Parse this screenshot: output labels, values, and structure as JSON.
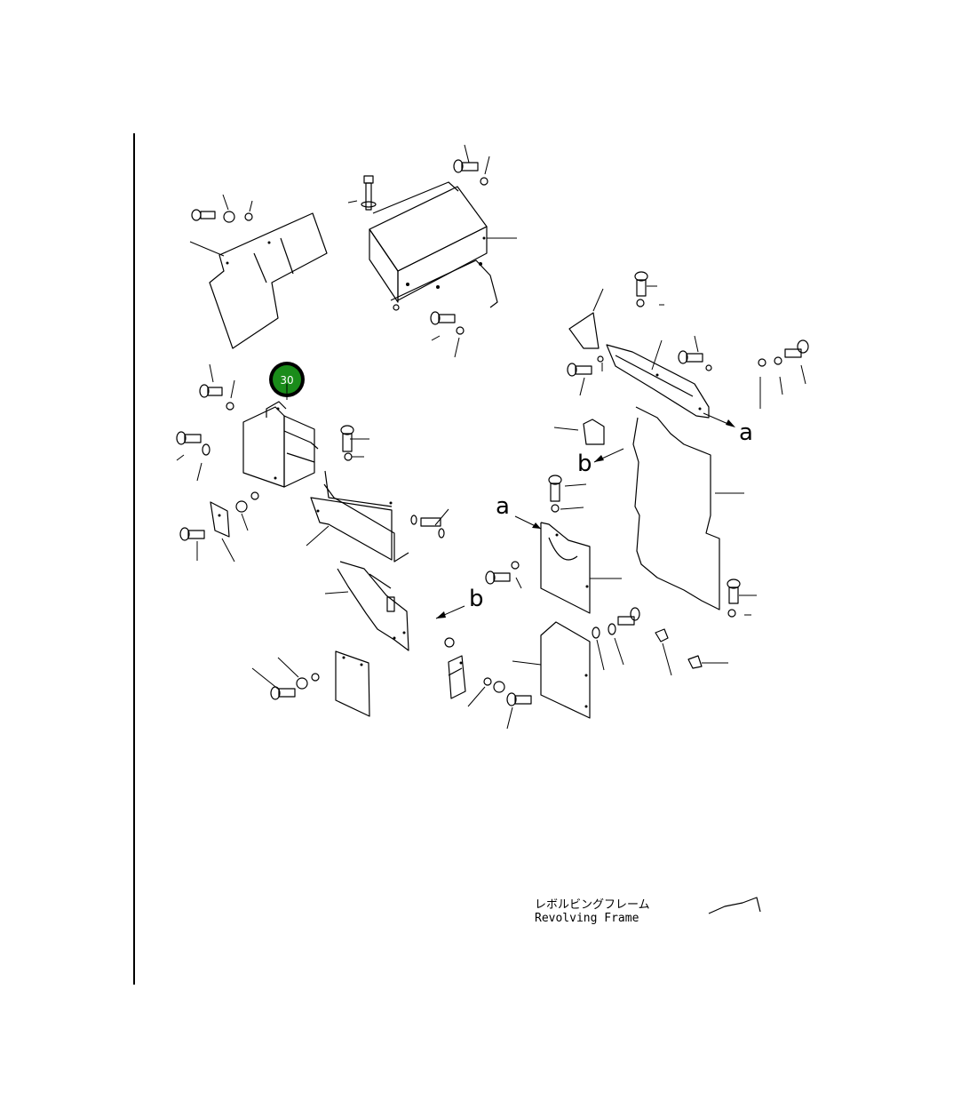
{
  "diagram": {
    "callout_marker": {
      "label": "30",
      "color": "#1a8c1a",
      "ring_color": "#000000"
    },
    "refs": {
      "a": "a",
      "b": "b"
    },
    "caption": {
      "jp": "レボルビングフレーム",
      "en": "Revolving Frame"
    }
  }
}
